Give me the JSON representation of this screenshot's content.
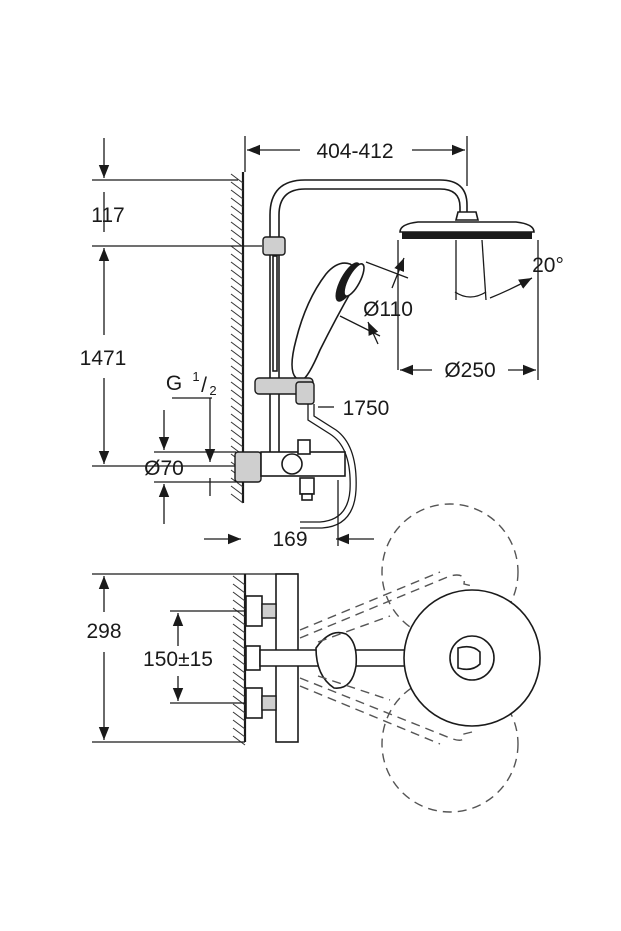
{
  "dimensions": {
    "width_range": "404-412",
    "top_offset": "117",
    "rail_height": "1471",
    "hand_shower_dia": "Ø110",
    "head_dia": "Ø250",
    "tilt_angle": "20°",
    "hose_length": "1750",
    "thread_main": "G",
    "thread_num": "1",
    "thread_den": "2",
    "flange_dia": "Ø70",
    "projection": "169",
    "plan_depth": "298",
    "inlet_spacing": "150±15"
  },
  "parts": [
    "wall-hatch",
    "shower-arm",
    "rain-shower-head",
    "hand-shower",
    "slider-bracket",
    "thermostat-mixer",
    "bath-spout",
    "hose",
    "plan-view"
  ]
}
